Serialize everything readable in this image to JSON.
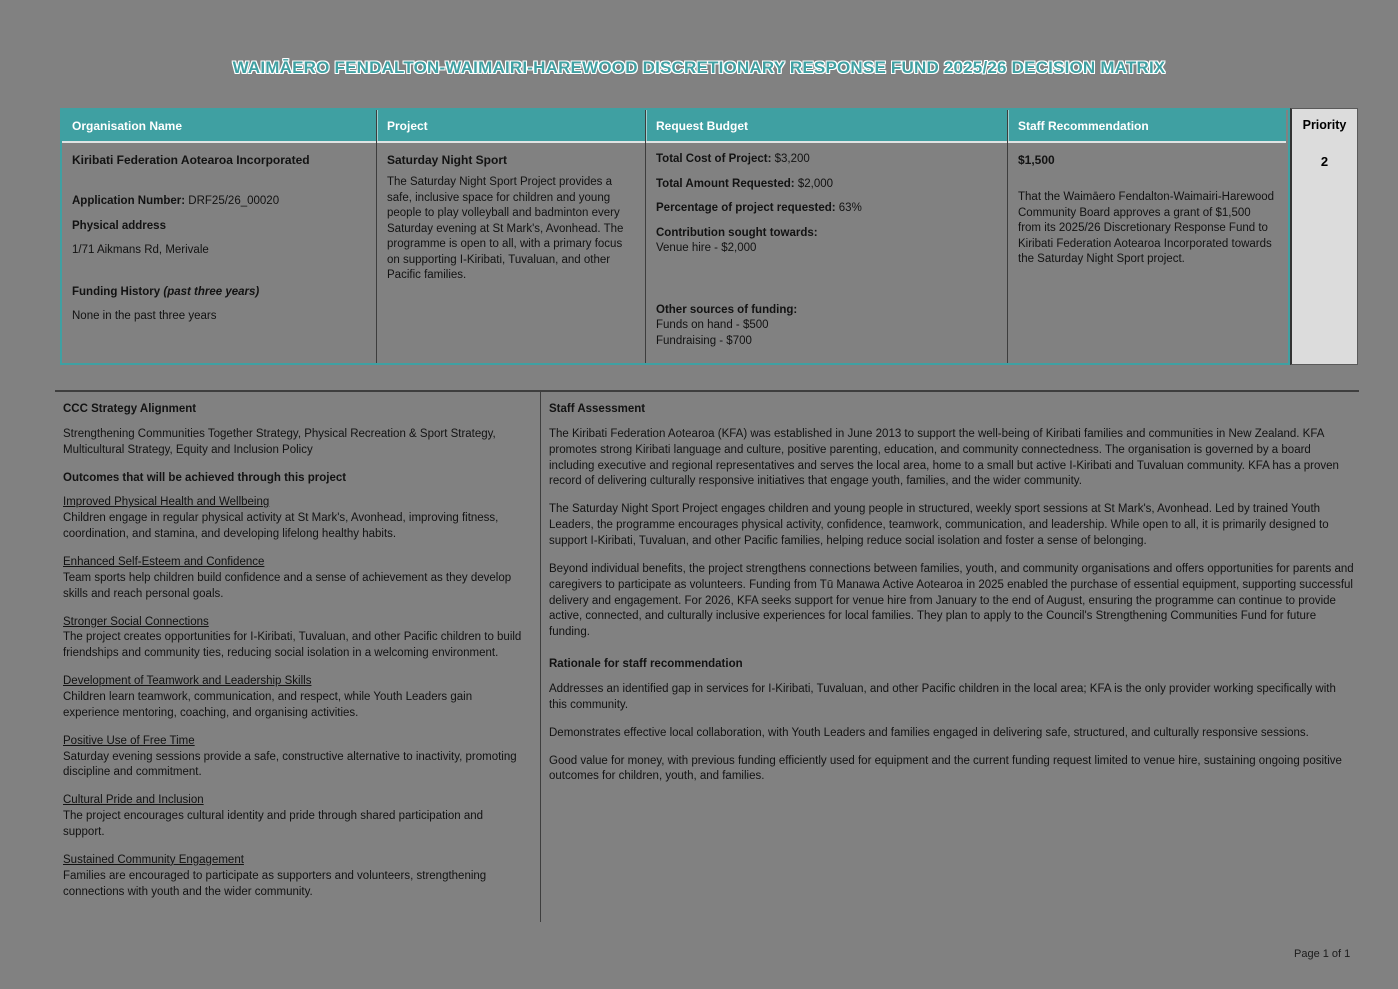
{
  "page": {
    "title": "WAIMĀERO FENDALTON-WAIMAIRI-HAREWOOD DISCRETIONARY RESPONSE FUND 2025/26 DECISION MATRIX",
    "footer": "Page 1 of 1"
  },
  "colors": {
    "background": "#818181",
    "teal": "#3fa0a2",
    "priority_bg": "#dcdcdc"
  },
  "table": {
    "headers": [
      "Organisation Name",
      "Project",
      "Request Budget",
      "Staff Recommendation",
      "Priority"
    ],
    "row": {
      "organisation": {
        "name": "Kiribati Federation Aotearoa Incorporated",
        "application_number_label": "Application Number:",
        "application_number": "DRF25/26_00020",
        "physical_address_label": "Physical address",
        "physical_address": "1/71 Aikmans Rd, Merivale",
        "funding_history_label": "Funding History",
        "funding_history_note": "(past three years)",
        "funding_history_value": "None in the past three years"
      },
      "project": {
        "title": "Saturday Night Sport",
        "description": "The Saturday Night Sport Project provides a safe, inclusive space for children and young people to play volleyball and badminton every Saturday evening at St Mark's, Avonhead. The programme is open to all, with a primary focus on supporting I-Kiribati, Tuvaluan, and other Pacific families."
      },
      "budget": {
        "total_cost_label": "Total Cost of Project:",
        "total_cost": "$3,200",
        "total_requested_label": "Total Amount Requested:",
        "total_requested": "$2,000",
        "percentage_label": "Percentage of project requested:",
        "percentage": "63%",
        "contribution_label": "Contribution sought towards:",
        "contribution": "Venue hire - $2,000",
        "other_sources_label": "Other sources of funding:",
        "other_sources": [
          "Funds on hand - $500",
          "Fundraising - $700"
        ]
      },
      "recommendation": {
        "amount": "$1,500",
        "text": "That the Waimāero Fendalton-Waimairi-Harewood Community Board approves a grant of $1,500 from its 2025/26 Discretionary Response Fund to Kiribati Federation Aotearoa Incorporated towards the Saturday Night Sport project."
      },
      "priority": "2"
    }
  },
  "details": {
    "strategy": {
      "heading": "CCC Strategy Alignment",
      "alignment": "Strengthening Communities Together Strategy, Physical Recreation & Sport Strategy, Multicultural Strategy, Equity and Inclusion Policy",
      "outcomes_heading": "Outcomes that will be achieved through this project",
      "outcomes": [
        {
          "title": "Improved Physical Health and Wellbeing",
          "text": "Children engage in regular physical activity at St Mark's, Avonhead, improving fitness, coordination, and stamina, and developing lifelong healthy habits."
        },
        {
          "title": "Enhanced Self-Esteem and Confidence",
          "text": "Team sports help children build confidence and a sense of achievement as they develop skills and reach personal goals."
        },
        {
          "title": "Stronger Social Connections",
          "text": "The project creates opportunities for I-Kiribati, Tuvaluan, and other Pacific children to build friendships and community ties, reducing social isolation in a welcoming environment."
        },
        {
          "title": "Development of Teamwork and Leadership Skills",
          "text": "Children learn teamwork, communication, and respect, while Youth Leaders gain experience mentoring, coaching, and organising activities."
        },
        {
          "title": "Positive Use of Free Time",
          "text": "Saturday evening sessions provide a safe, constructive alternative to inactivity, promoting discipline and commitment."
        },
        {
          "title": "Cultural Pride and Inclusion",
          "text": "The project encourages cultural identity and pride through shared participation and support."
        },
        {
          "title": "Sustained Community Engagement",
          "text": "Families are encouraged to participate as supporters and volunteers, strengthening connections with youth and the wider community."
        }
      ]
    },
    "assessment": {
      "heading": "Staff Assessment",
      "paragraphs": [
        "The Kiribati Federation Aotearoa (KFA) was established in June 2013 to support the well-being of Kiribati families and communities in New Zealand. KFA promotes strong Kiribati language and culture, positive parenting, education, and community connectedness. The organisation is governed by a board including executive and regional representatives and serves the local area, home to a small but active I-Kiribati and Tuvaluan community. KFA has a proven record of delivering culturally responsive initiatives that engage youth, families, and the wider community.",
        "The Saturday Night Sport Project engages children and young people in structured, weekly sport sessions at St Mark's, Avonhead. Led by trained Youth Leaders, the programme encourages physical activity, confidence, teamwork, communication, and leadership. While open to all, it is primarily designed to support I-Kiribati, Tuvaluan, and other Pacific families, helping reduce social isolation and foster a sense of belonging.",
        "Beyond individual benefits, the project strengthens connections between families, youth, and community organisations and offers opportunities for parents and caregivers to participate as volunteers. Funding from Tū Manawa Active Aotearoa in 2025 enabled the purchase of essential equipment, supporting successful delivery and engagement. For 2026, KFA seeks support for venue hire from January to the end of August, ensuring the programme can continue to provide active, connected, and culturally inclusive experiences for local families. They plan to apply to the Council's Strengthening Communities Fund for future funding."
      ],
      "rationale_heading": "Rationale for staff recommendation",
      "rationale_paragraphs": [
        "Addresses an identified gap in services for I-Kiribati, Tuvaluan, and other Pacific children in the local area; KFA is the only provider working specifically with this community.",
        "Demonstrates effective local collaboration, with Youth Leaders and families engaged in delivering safe, structured, and culturally responsive sessions.",
        "Good value for money, with previous funding efficiently used for equipment and the current funding request limited to venue hire, sustaining ongoing positive outcomes for children, youth, and families."
      ]
    }
  }
}
